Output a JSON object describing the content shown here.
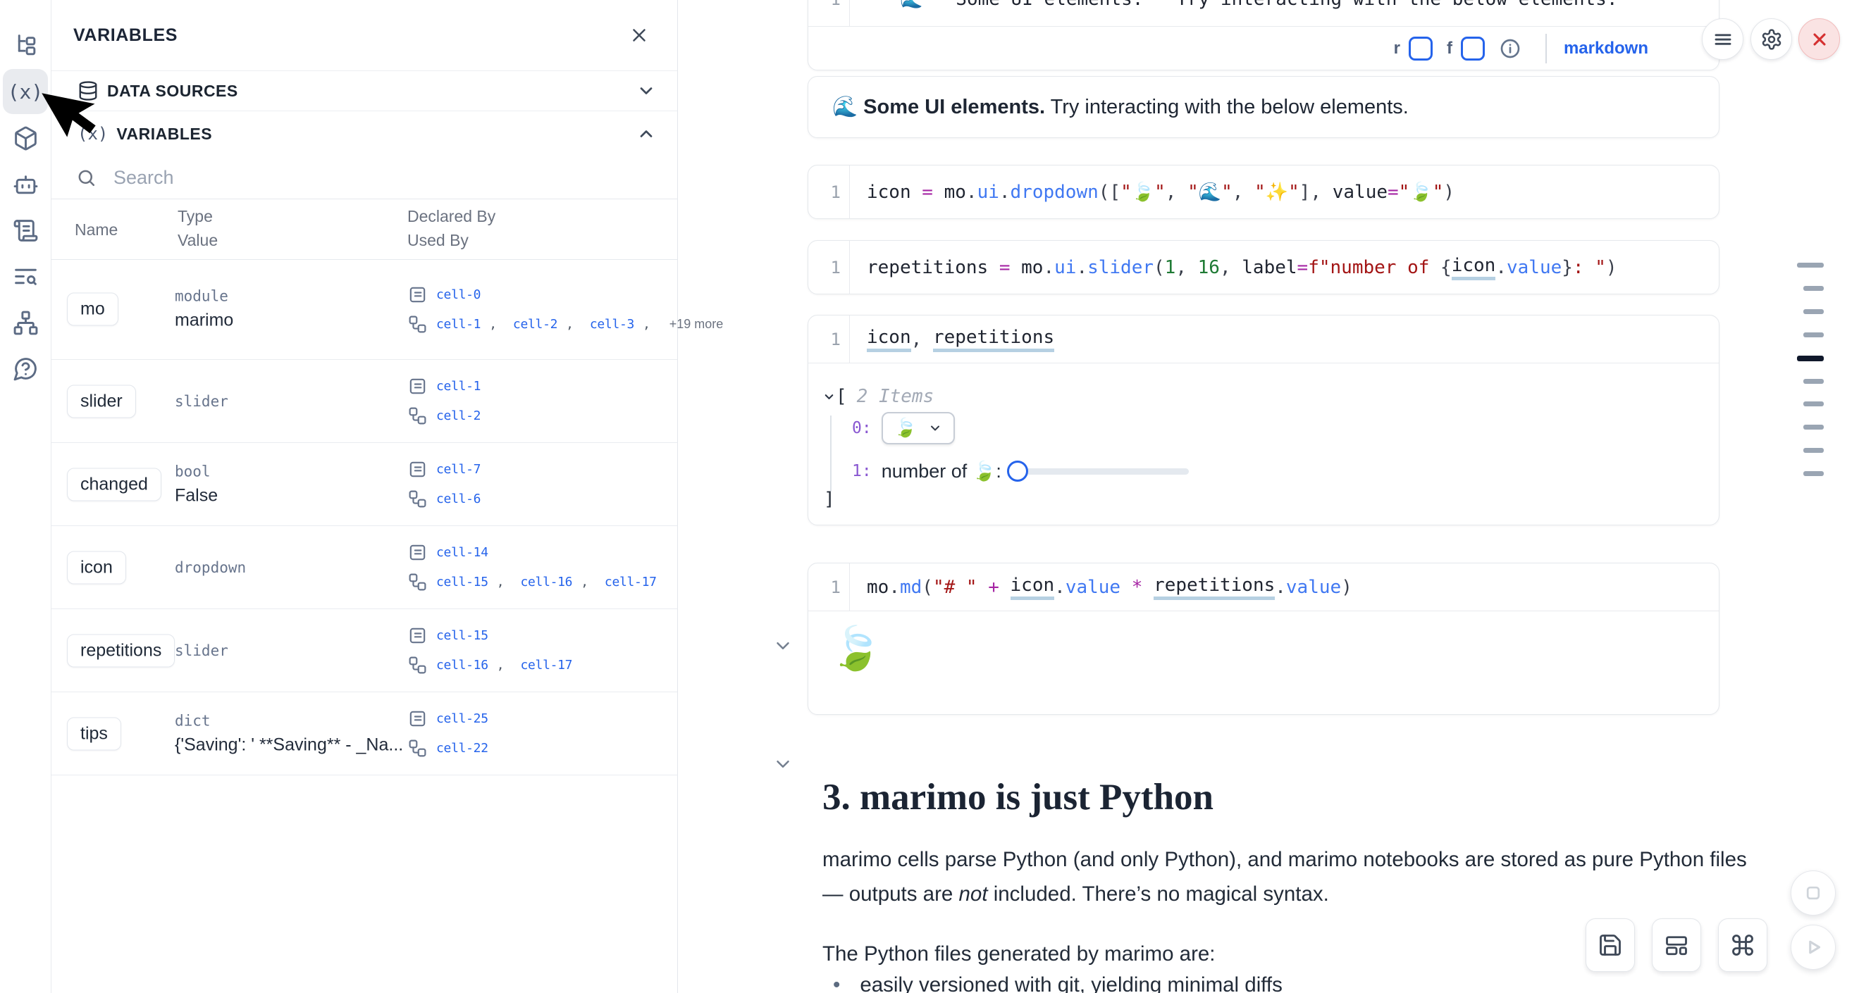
{
  "colors": {
    "accent": "#2563eb",
    "danger": "#d53030",
    "code_function": "#4078f2",
    "code_string": "#a31515",
    "code_operator": "#a626a4",
    "code_number": "#1e7a34",
    "underline": "#b6d0e2",
    "tick": "#9aa5b3",
    "tick_active": "#10182b"
  },
  "activity_bar": {
    "items": [
      "file-tree",
      "variables",
      "packages",
      "ai-assistant",
      "logs",
      "text-search",
      "dependency-graph",
      "help"
    ],
    "variables_glyph": "(x)",
    "section_variables_glyph": "(x)"
  },
  "panel": {
    "title": "VARIABLES",
    "sections": [
      {
        "label": "DATA SOURCES",
        "state": "collapsed"
      },
      {
        "label": "VARIABLES",
        "state": "expanded"
      }
    ],
    "search": {
      "placeholder": "Search"
    },
    "table": {
      "col_name": "Name",
      "col_type": "Type",
      "col_value": "Value",
      "col_declared": "Declared By",
      "col_used": "Used By",
      "rows": [
        {
          "name": "mo",
          "type": "module",
          "value": "marimo",
          "declared": "cell-0",
          "used": [
            "cell-1",
            "cell-2",
            "cell-3"
          ],
          "more": "+19 more"
        },
        {
          "name": "slider",
          "type": "slider",
          "value": "",
          "declared": "cell-1",
          "used": [
            "cell-2"
          ],
          "more": ""
        },
        {
          "name": "changed",
          "type": "bool",
          "value": "False",
          "declared": "cell-7",
          "used": [
            "cell-6"
          ],
          "more": ""
        },
        {
          "name": "icon",
          "type": "dropdown",
          "value": "",
          "declared": "cell-14",
          "used": [
            "cell-15",
            "cell-16",
            "cell-17"
          ],
          "more": ""
        },
        {
          "name": "repetitions",
          "type": "slider",
          "value": "",
          "declared": "cell-15",
          "used": [
            "cell-16",
            "cell-17"
          ],
          "more": ""
        },
        {
          "name": "tips",
          "type": "dict",
          "value": "{'Saving': ' **Saving** - _Na...",
          "declared": "cell-25",
          "used": [
            "cell-22"
          ],
          "more": ""
        }
      ]
    }
  },
  "notebook": {
    "line_no": "1",
    "clipped_cell": {
      "code": "\"\"\"🌊 **Some UI elements.** Try interacting with the below elements.\"\"\"",
      "r_label": "r",
      "f_label": "f",
      "mode_label": "markdown"
    },
    "md_cell": {
      "bold": "🌊 Some UI elements.",
      "rest": " Try interacting with the below elements."
    },
    "code_cells": [
      {
        "tokens": [
          [
            "v",
            "icon"
          ],
          [
            "o",
            " = "
          ],
          [
            "v",
            "mo"
          ],
          [
            "p",
            "."
          ],
          [
            "f",
            "ui"
          ],
          [
            "p",
            "."
          ],
          [
            "f",
            "dropdown"
          ],
          [
            "p",
            "(["
          ],
          [
            "s",
            "\"🍃\""
          ],
          [
            "p",
            ", "
          ],
          [
            "s",
            "\"🌊\""
          ],
          [
            "p",
            ", "
          ],
          [
            "s",
            "\"✨\""
          ],
          [
            "p",
            "], "
          ],
          [
            "v",
            "value"
          ],
          [
            "o",
            "="
          ],
          [
            "s",
            "\"🍃\""
          ],
          [
            "p",
            ")"
          ]
        ]
      },
      {
        "tokens": [
          [
            "v",
            "repetitions"
          ],
          [
            "o",
            " = "
          ],
          [
            "v",
            "mo"
          ],
          [
            "p",
            "."
          ],
          [
            "f",
            "ui"
          ],
          [
            "p",
            "."
          ],
          [
            "f",
            "slider"
          ],
          [
            "p",
            "("
          ],
          [
            "n",
            "1"
          ],
          [
            "p",
            ", "
          ],
          [
            "n",
            "16"
          ],
          [
            "p",
            ", "
          ],
          [
            "v",
            "label"
          ],
          [
            "o",
            "="
          ],
          [
            "s",
            "f\"number of "
          ],
          [
            "p",
            "{"
          ],
          [
            "vu",
            "icon"
          ],
          [
            "p",
            "."
          ],
          [
            "f",
            "value"
          ],
          [
            "p",
            "}"
          ],
          [
            "s",
            ": \""
          ],
          [
            "p",
            ")"
          ]
        ]
      },
      {
        "tokens": [
          [
            "vu",
            "icon"
          ],
          [
            "p",
            ", "
          ],
          [
            "vu",
            "repetitions"
          ]
        ]
      },
      {
        "tokens": [
          [
            "v",
            "mo"
          ],
          [
            "p",
            "."
          ],
          [
            "f",
            "md"
          ],
          [
            "p",
            "("
          ],
          [
            "s",
            "\"# \""
          ],
          [
            "o",
            " + "
          ],
          [
            "vu",
            "icon"
          ],
          [
            "p",
            "."
          ],
          [
            "f",
            "value"
          ],
          [
            "o",
            " * "
          ],
          [
            "vu",
            "repetitions"
          ],
          [
            "p",
            "."
          ],
          [
            "f",
            "value"
          ],
          [
            "p",
            ")"
          ]
        ]
      }
    ],
    "tree_output": {
      "bracket_open": "[",
      "count": "2 Items",
      "item0_index": "0:",
      "item0_value": "🍃",
      "item1_index": "1:",
      "item1_label": "number of 🍃: ",
      "bracket_close": "]"
    },
    "md_output": "🍃",
    "heading": "3. marimo is just Python",
    "para1_a": "marimo cells parse Python (and only Python), and marimo notebooks are stored as pure Python files — outputs are ",
    "para1_em": "not",
    "para1_b": " included. There’s no magical syntax.",
    "para2": "The Python files generated by marimo are:",
    "bullet_glyph": "•",
    "bullet1": "easily versioned with git, yielding minimal diffs"
  },
  "minimap": {
    "ticks": [
      "long",
      "short",
      "short",
      "short",
      "active",
      "short",
      "short",
      "short",
      "short",
      "short"
    ]
  }
}
